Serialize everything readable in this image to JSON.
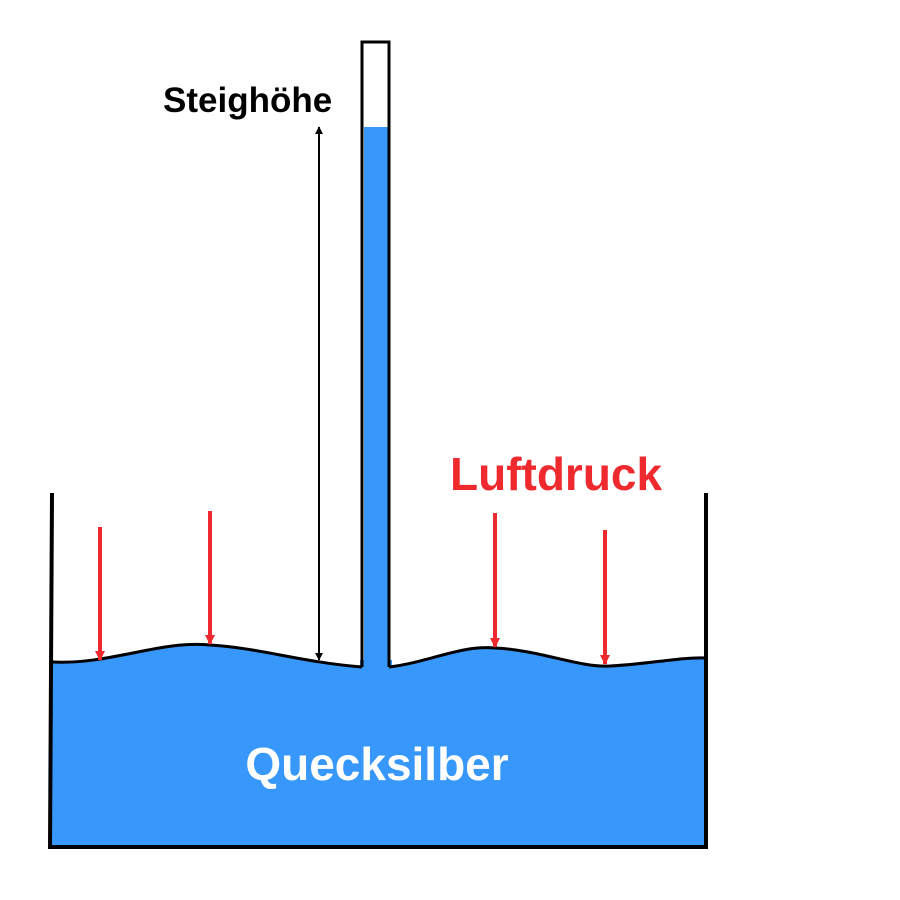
{
  "labels": {
    "height": "Steighöhe",
    "pressure": "Luftdruck",
    "liquid": "Quecksilber"
  },
  "colors": {
    "mercury": "#3797fb",
    "pressure": "#ee2a2f",
    "outline": "#000000",
    "liquid_text": "#ffffff"
  }
}
